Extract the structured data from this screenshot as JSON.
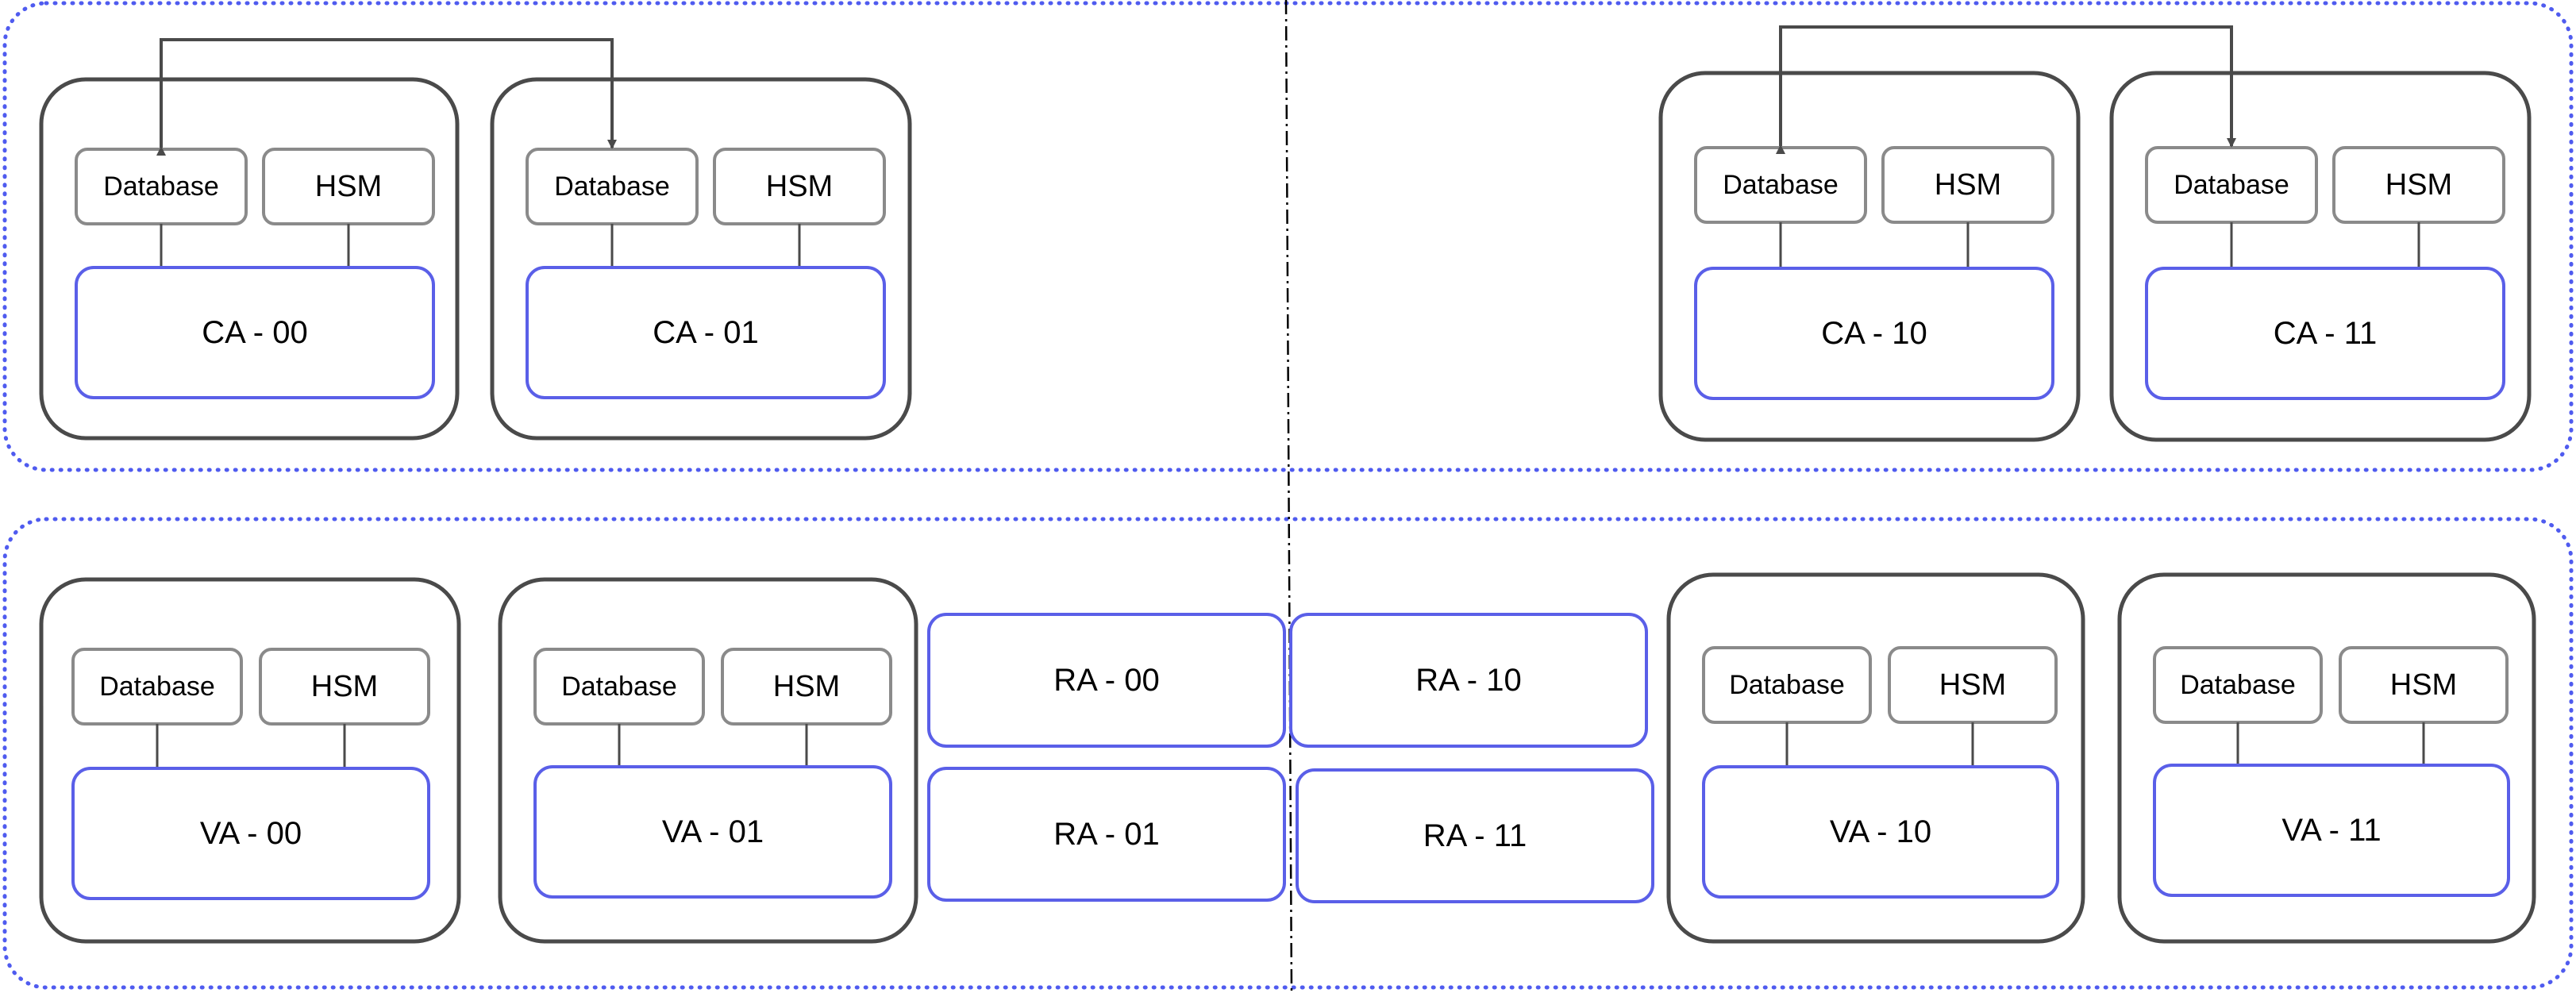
{
  "colors": {
    "zone_border": "#4f5bef",
    "host_border": "#4a4a4a",
    "component_border": "#8a8a8a",
    "service_border": "#5a5fe8",
    "connector": "#4a4a4a",
    "divider": "#000000",
    "text": "#000000"
  },
  "component_labels": {
    "database": "Database",
    "hsm": "HSM"
  },
  "ca_hosts": [
    {
      "id": "ca-00",
      "service_label": "CA - 00"
    },
    {
      "id": "ca-01",
      "service_label": "CA - 01"
    },
    {
      "id": "ca-10",
      "service_label": "CA - 10"
    },
    {
      "id": "ca-11",
      "service_label": "CA - 11"
    }
  ],
  "va_hosts": [
    {
      "id": "va-00",
      "service_label": "VA - 00"
    },
    {
      "id": "va-01",
      "service_label": "VA - 01"
    },
    {
      "id": "va-10",
      "service_label": "VA - 10"
    },
    {
      "id": "va-11",
      "service_label": "VA - 11"
    }
  ],
  "ra_services": [
    {
      "id": "ra-00",
      "label": "RA - 00"
    },
    {
      "id": "ra-01",
      "label": "RA - 01"
    },
    {
      "id": "ra-10",
      "label": "RA - 10"
    },
    {
      "id": "ra-11",
      "label": "RA - 11"
    }
  ],
  "replication_links": [
    {
      "from": "ca-00",
      "to": "ca-01"
    },
    {
      "from": "ca-10",
      "to": "ca-11"
    }
  ]
}
